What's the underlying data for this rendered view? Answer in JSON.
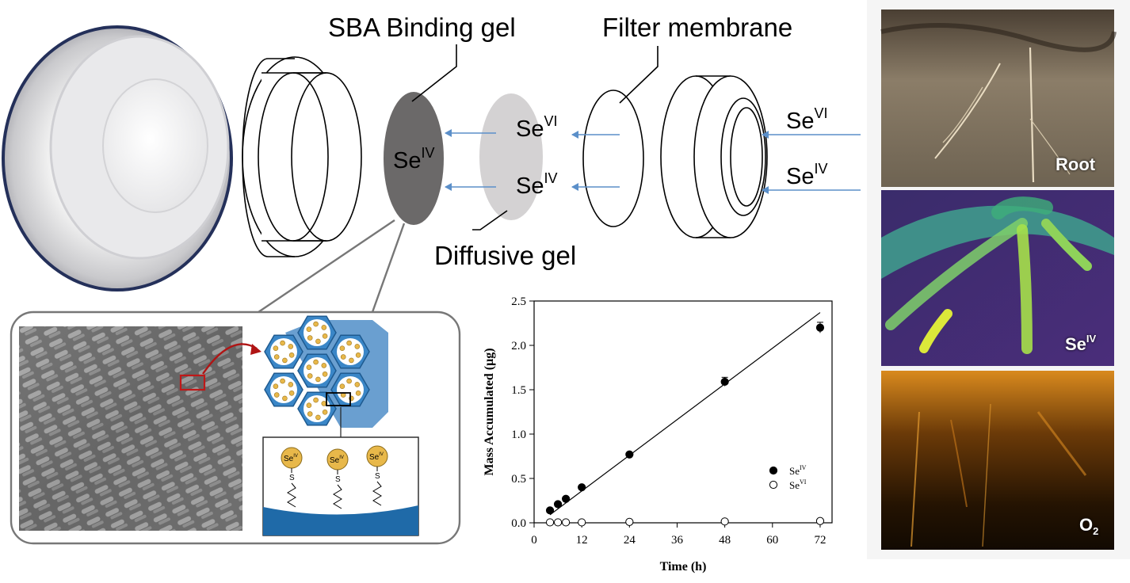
{
  "labels": {
    "binding_gel": "SBA Binding gel",
    "filter_membrane": "Filter membrane",
    "diffusive_gel": "Diffusive gel"
  },
  "species": {
    "se": "Se",
    "iv": "IV",
    "vi": "VI",
    "s": "S"
  },
  "imaging_panels": {
    "root": "Root",
    "se_base": "Se",
    "se_sup": "IV",
    "o2_base": "O",
    "o2_sub": "2"
  },
  "colors": {
    "binding_gel": "#6b6969",
    "diffusive_gel": "#d4d2d3",
    "arrow": "#5b8fc9",
    "pore_blue": "#3a86c7",
    "particle_gold": "#e8b84a",
    "callout_gray": "#777777"
  },
  "chart_data": {
    "type": "scatter",
    "xlabel": "Time (h)",
    "ylabel": "Mass Accumulated (μg)",
    "xlim": [
      0,
      75
    ],
    "ylim": [
      0,
      2.5
    ],
    "xticks": [
      "0",
      "12",
      "24",
      "36",
      "48",
      "60",
      "72"
    ],
    "yticks": [
      "0.0",
      "0.5",
      "1.0",
      "1.5",
      "2.0",
      "2.5"
    ],
    "legend_position": "bottom-right",
    "series": [
      {
        "name": "Se",
        "name_sup": "IV",
        "marker": "filled-circle",
        "x": [
          4,
          6,
          8,
          12,
          24,
          48,
          72
        ],
        "y": [
          0.14,
          0.21,
          0.27,
          0.4,
          0.77,
          1.59,
          2.2
        ],
        "error": [
          0.02,
          0.02,
          0.02,
          0.02,
          0.02,
          0.05,
          0.06
        ]
      },
      {
        "name": "Se",
        "name_sup": "VI",
        "marker": "open-circle",
        "x": [
          4,
          6,
          8,
          12,
          24,
          48,
          72
        ],
        "y": [
          0.005,
          0.005,
          0.005,
          0.005,
          0.01,
          0.015,
          0.02
        ]
      }
    ],
    "fit_line": {
      "x": [
        4,
        72
      ],
      "y": [
        0.09,
        2.37
      ]
    }
  }
}
